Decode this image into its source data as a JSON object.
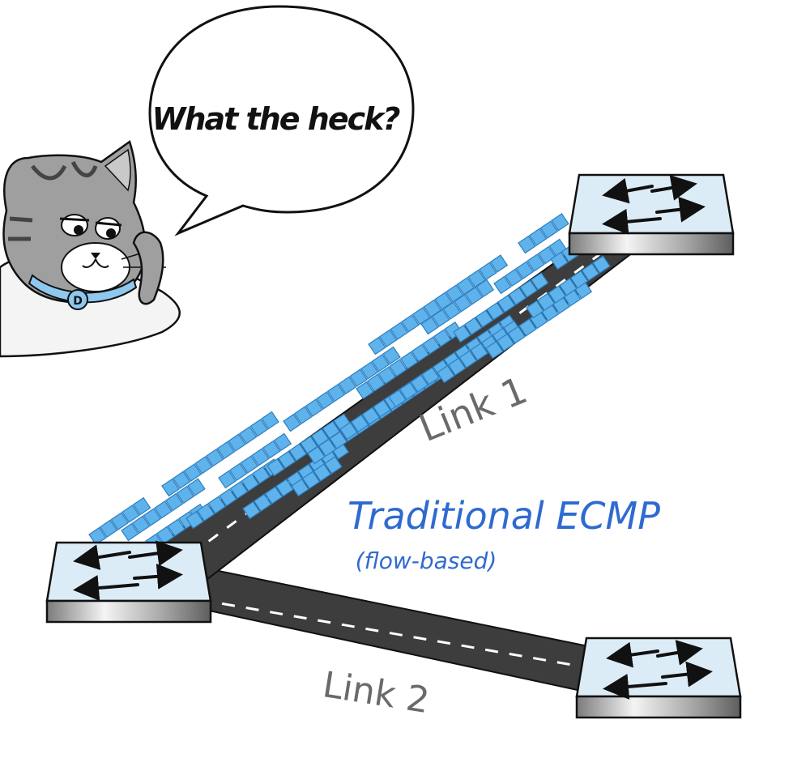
{
  "speech": {
    "text": "What the heck?"
  },
  "title": {
    "main": "Traditional ECMP",
    "sub": "(flow-based)"
  },
  "links": [
    {
      "label": "Link 1"
    },
    {
      "label": "Link 2"
    }
  ],
  "cat": {
    "tag_letter": "D"
  },
  "colors": {
    "accent_blue": "#2f6ad0",
    "road": "#3b3b3b",
    "packet": "#5fb3ec",
    "switch_top": "#dcecf6",
    "label_gray": "#6a6a6a"
  },
  "icons": [
    "switch-icon",
    "bidirectional-arrows-icon",
    "cat-icon",
    "speech-bubble-icon"
  ]
}
